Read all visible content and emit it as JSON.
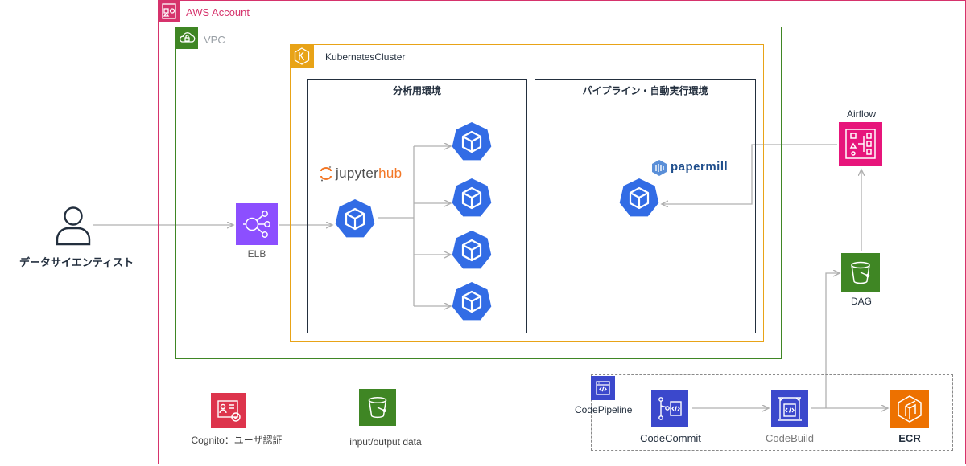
{
  "groups": {
    "aws_account": "AWS Account",
    "vpc": "VPC",
    "k8s_cluster": "KubernatesCluster",
    "analysis_env": "分析用環境",
    "pipeline_env": "パイプライン・自動実行環境",
    "codepipeline": "CodePipeline"
  },
  "nodes": {
    "user": "データサイエンティスト",
    "elb": "ELB",
    "jupyterhub": "jupyterhub",
    "papermill": "papermill",
    "airflow": "Airflow",
    "dag": "DAG",
    "cognito": "Cognito：ユーザ認証",
    "io_data": "input/output data",
    "codecommit": "CodeCommit",
    "codebuild": "CodeBuild",
    "ecr": "ECR"
  },
  "colors": {
    "account": "#d6336c",
    "vpc": "#3f8624",
    "cluster": "#e8a317",
    "s3": "#3f8624",
    "elb": "#8c4fff",
    "devtools": "#3b48cc",
    "k8s": "#326ce5",
    "airflow": "#e7157b",
    "cognito": "#dd344c",
    "ecr": "#ed7100",
    "jupyter": "#f37726",
    "connector": "#b0b0b0"
  },
  "icons": {
    "account": "aws-account-icon",
    "vpc": "vpc-cloud-lock-icon",
    "cluster": "eks-icon",
    "pod": "kubernetes-pod-icon",
    "user": "user-icon",
    "elb": "load-balancer-icon",
    "s3": "s3-bucket-icon",
    "airflow": "airflow-mwaa-icon",
    "cognito": "cognito-icon",
    "ecr": "ecr-icon",
    "codepipeline": "codepipeline-icon",
    "codecommit": "codecommit-icon",
    "codebuild": "codebuild-icon"
  }
}
